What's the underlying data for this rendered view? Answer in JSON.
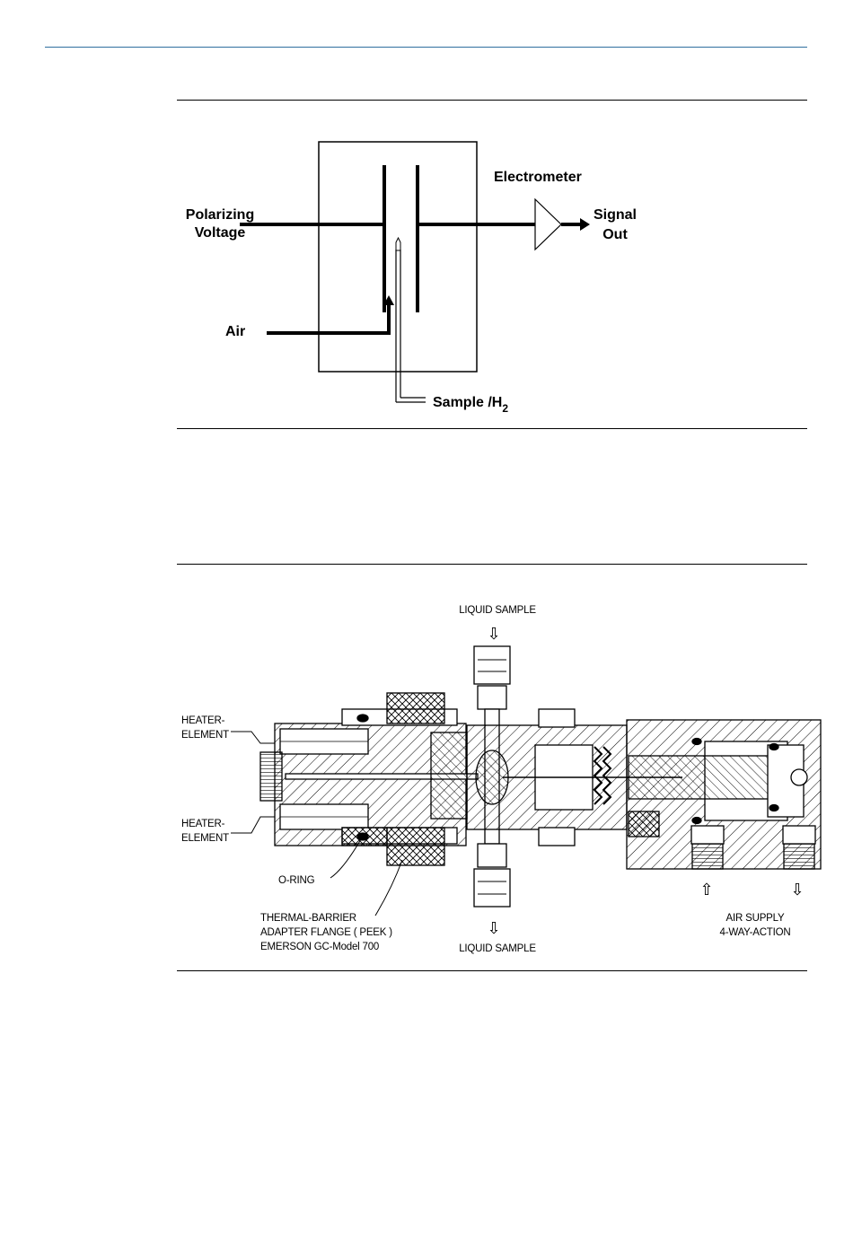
{
  "fid_diagram": {
    "polarizing_voltage": [
      "Polarizing",
      "Voltage"
    ],
    "electrometer": "Electrometer",
    "signal_out": [
      "Signal",
      "Out"
    ],
    "air": "Air",
    "sample_h2": "Sample /H",
    "sample_h2_sub": "2"
  },
  "valve_drawing": {
    "liquid_sample_top": "LIQUID SAMPLE",
    "liquid_sample_bottom": "LIQUID SAMPLE",
    "heater_element_top": [
      "HEATER-",
      "ELEMENT"
    ],
    "heater_element_bottom": [
      "HEATER-",
      "ELEMENT"
    ],
    "o_ring": "O-RING",
    "flange_caption": [
      "THERMAL-BARRIER",
      "ADAPTER FLANGE ( PEEK )",
      "EMERSON GC-Model 700"
    ],
    "air_supply": [
      "AIR SUPPLY",
      "4-WAY-ACTION"
    ],
    "arrows": {
      "up": "⇧",
      "down": "⇩"
    }
  }
}
